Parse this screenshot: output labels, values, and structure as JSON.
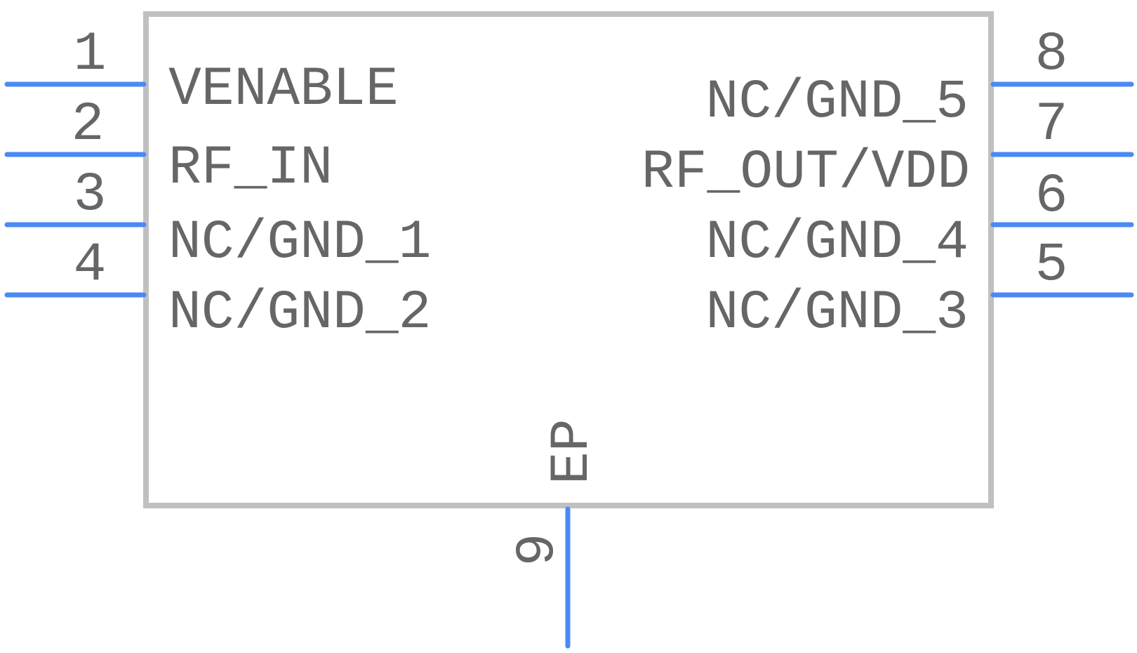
{
  "component": {
    "colors": {
      "pin": "#4a8af4",
      "outline": "#c0c0c0",
      "text": "#666666",
      "background": "#ffffff"
    },
    "pins": [
      {
        "number": "1",
        "name": "VENABLE",
        "side": "left"
      },
      {
        "number": "2",
        "name": "RF_IN",
        "side": "left"
      },
      {
        "number": "3",
        "name": "NC/GND_1",
        "side": "left"
      },
      {
        "number": "4",
        "name": "NC/GND_2",
        "side": "left"
      },
      {
        "number": "5",
        "name": "NC/GND_3",
        "side": "right"
      },
      {
        "number": "6",
        "name": "NC/GND_4",
        "side": "right"
      },
      {
        "number": "7",
        "name": "RF_OUT/VDD",
        "side": "right"
      },
      {
        "number": "8",
        "name": "NC/GND_5",
        "side": "right"
      },
      {
        "number": "9",
        "name": "EP",
        "side": "bottom"
      }
    ]
  }
}
